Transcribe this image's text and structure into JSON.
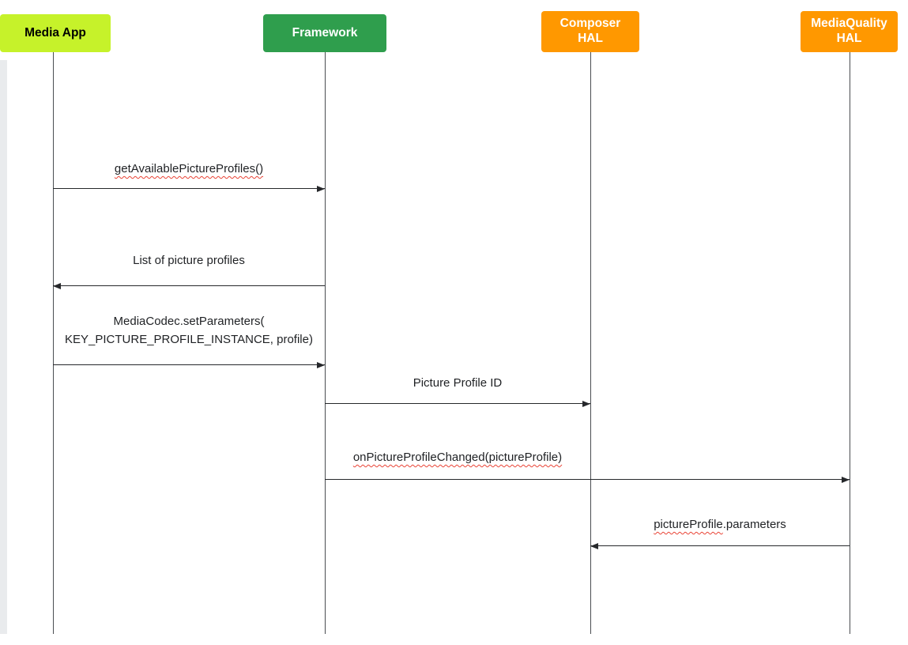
{
  "actors": [
    {
      "name": "Media App",
      "bg": "#c6f22a",
      "fg": "#000000"
    },
    {
      "name": "Framework",
      "bg": "#2f9e4d",
      "fg": "#ffffff"
    },
    {
      "name": "Composer HAL",
      "bg": "#ff9800",
      "fg": "#ffffff"
    },
    {
      "name": "MediaQuality HAL",
      "bg": "#ff9800",
      "fg": "#ffffff"
    }
  ],
  "messages": [
    {
      "from": "Media App",
      "to": "Framework",
      "direction": "right",
      "label": "getAvailablePictureProfiles()"
    },
    {
      "from": "Framework",
      "to": "Media App",
      "direction": "left",
      "label": "List of picture profiles"
    },
    {
      "from": "Media App",
      "to": "Framework",
      "direction": "right",
      "label_line1": "MediaCodec.setParameters(",
      "label_line2": "KEY_PICTURE_PROFILE_INSTANCE, profile)"
    },
    {
      "from": "Framework",
      "to": "Composer HAL",
      "direction": "right",
      "label": "Picture Profile ID"
    },
    {
      "from": "Framework",
      "to": "MediaQuality HAL",
      "direction": "right",
      "label": "onPictureProfileChanged(pictureProfile)"
    },
    {
      "from": "MediaQuality HAL",
      "to": "Composer HAL",
      "direction": "left",
      "label_part_underlined": "pictureProfile",
      "label_part_rest": ".parameters"
    }
  ],
  "colors": {
    "arrow": "#26282b",
    "lifeline": "#4a4d51",
    "spellcheck_underline": "#e94335"
  }
}
